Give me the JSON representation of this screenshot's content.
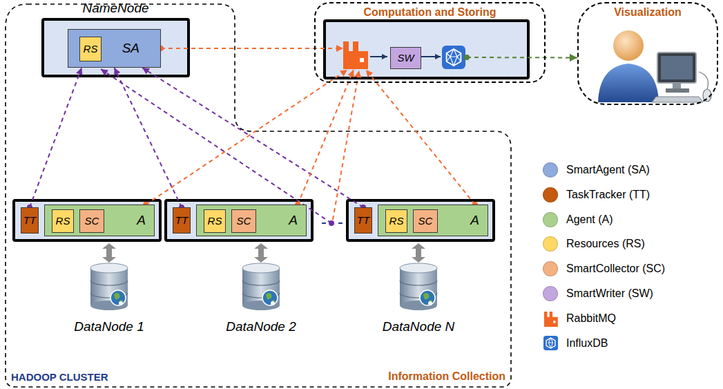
{
  "diagram": {
    "nodes": [
      {
        "text": [
          "NameNode"
        ]
      },
      {
        "text": [
          "SA"
        ],
        "in": 0
      },
      {
        "text": [
          "RS"
        ],
        "in": 1
      },
      {
        "text": [
          "Computation and Storing"
        ]
      },
      {
        "text": [
          "SW"
        ],
        "in": 3
      },
      {
        "text": [
          "Visualization"
        ]
      },
      {
        "text": [
          "DataNode 1"
        ]
      },
      {
        "text": [
          "TT"
        ],
        "in": 6
      },
      {
        "text": [
          "A"
        ],
        "in": 6
      },
      {
        "text": [
          "RS"
        ],
        "in": 8
      },
      {
        "text": [
          "SC"
        ],
        "in": 8
      },
      {
        "text": [
          "DataNode 2"
        ]
      },
      {
        "text": [
          "TT"
        ],
        "in": 11
      },
      {
        "text": [
          "A"
        ],
        "in": 11
      },
      {
        "text": [
          "RS"
        ],
        "in": 13
      },
      {
        "text": [
          "SC"
        ],
        "in": 13
      },
      {
        "text": [
          "DataNode N"
        ]
      },
      {
        "text": [
          "TT"
        ],
        "in": 16
      },
      {
        "text": [
          "A"
        ],
        "in": 16
      },
      {
        "text": [
          "RS"
        ],
        "in": 18
      },
      {
        "text": [
          "SC"
        ],
        "in": 18
      }
    ],
    "edges": [
      {
        "from": 7,
        "to": 1,
        "arrow": "to"
      },
      {
        "from": 12,
        "to": 1,
        "arrow": "to"
      },
      {
        "from": 17,
        "to": 1,
        "arrow": "to"
      },
      {
        "from": 1,
        "to": 3,
        "arrow": "to"
      },
      {
        "from": 8,
        "to": 3,
        "arrow": "to"
      },
      {
        "from": 13,
        "to": 3,
        "arrow": "to"
      },
      {
        "from": 18,
        "to": 3,
        "arrow": "to"
      },
      {
        "from": 3,
        "to": 5,
        "arrow": "to"
      }
    ],
    "labels": [
      "HADOOP CLUSTER",
      "Information Collection"
    ],
    "legend": [
      {
        "text": "SmartAgent (SA)",
        "color": "#8faadc"
      },
      {
        "text": "TaskTracker (TT)",
        "color": "#c55a11"
      },
      {
        "text": "Agent (A)",
        "color": "#a9d18e"
      },
      {
        "text": "Resources (RS)",
        "color": "#ffd966"
      },
      {
        "text": "SmartCollector (SC)",
        "color": "#f4b183"
      },
      {
        "text": "SmartWriter (SW)",
        "color": "#c3a5e0"
      },
      {
        "text": "RabbitMQ"
      },
      {
        "text": "InfluxDB"
      }
    ]
  }
}
